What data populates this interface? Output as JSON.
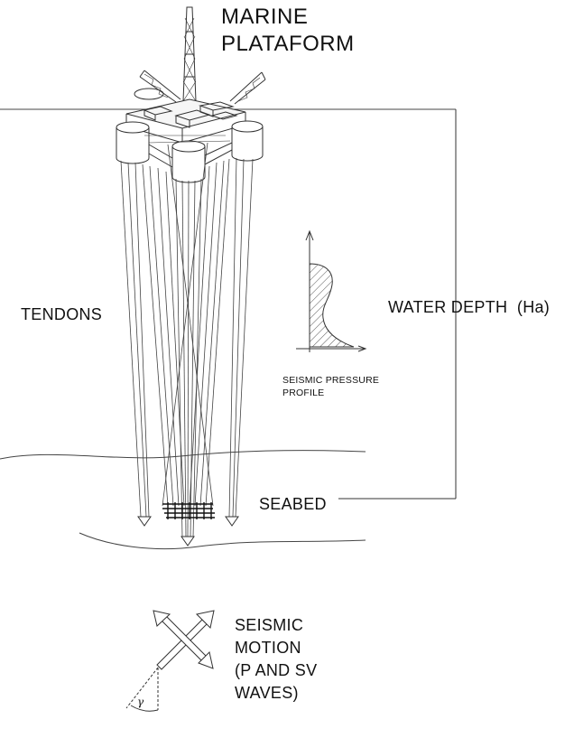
{
  "labels": {
    "platform_line1": "MARINE",
    "platform_line2": "PLATAFORM",
    "tendons": "TENDONS",
    "water_depth": "WATER DEPTH  (Ha)",
    "pressure_line1": "SEISMIC PRESSURE",
    "pressure_line2": "PROFILE",
    "seabed": "SEABED",
    "motion_line1": "SEISMIC",
    "motion_line2": "MOTION",
    "motion_line3": "(P AND SV",
    "motion_line4": "WAVES)",
    "angle_symbol": "γ"
  },
  "icons": {
    "platform": "tension-leg-platform-icon",
    "pressure_profile": "hatched-pressure-curve-icon",
    "motion_arrows": "crossed-double-arrow-icon"
  },
  "colors": {
    "line": "#333333",
    "text": "#111111",
    "background": "#ffffff"
  }
}
